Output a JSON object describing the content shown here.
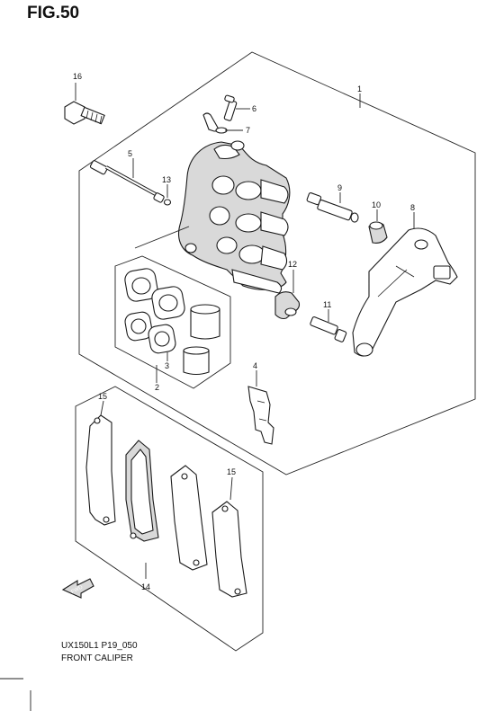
{
  "figure": {
    "title": "FIG.50",
    "model_code": "UX150L1 P19_050",
    "section_name": "FRONT CALIPER"
  },
  "callouts": {
    "c1": "1",
    "c2": "2",
    "c3": "3",
    "c4": "4",
    "c5": "5",
    "c6": "6",
    "c7": "7",
    "c8": "8",
    "c9": "9",
    "c10": "10",
    "c11": "11",
    "c12": "12",
    "c13": "13",
    "c14": "14",
    "c15a": "15",
    "c15b": "15",
    "c16": "16"
  },
  "fwd_arrow": {
    "label": "FWD"
  }
}
